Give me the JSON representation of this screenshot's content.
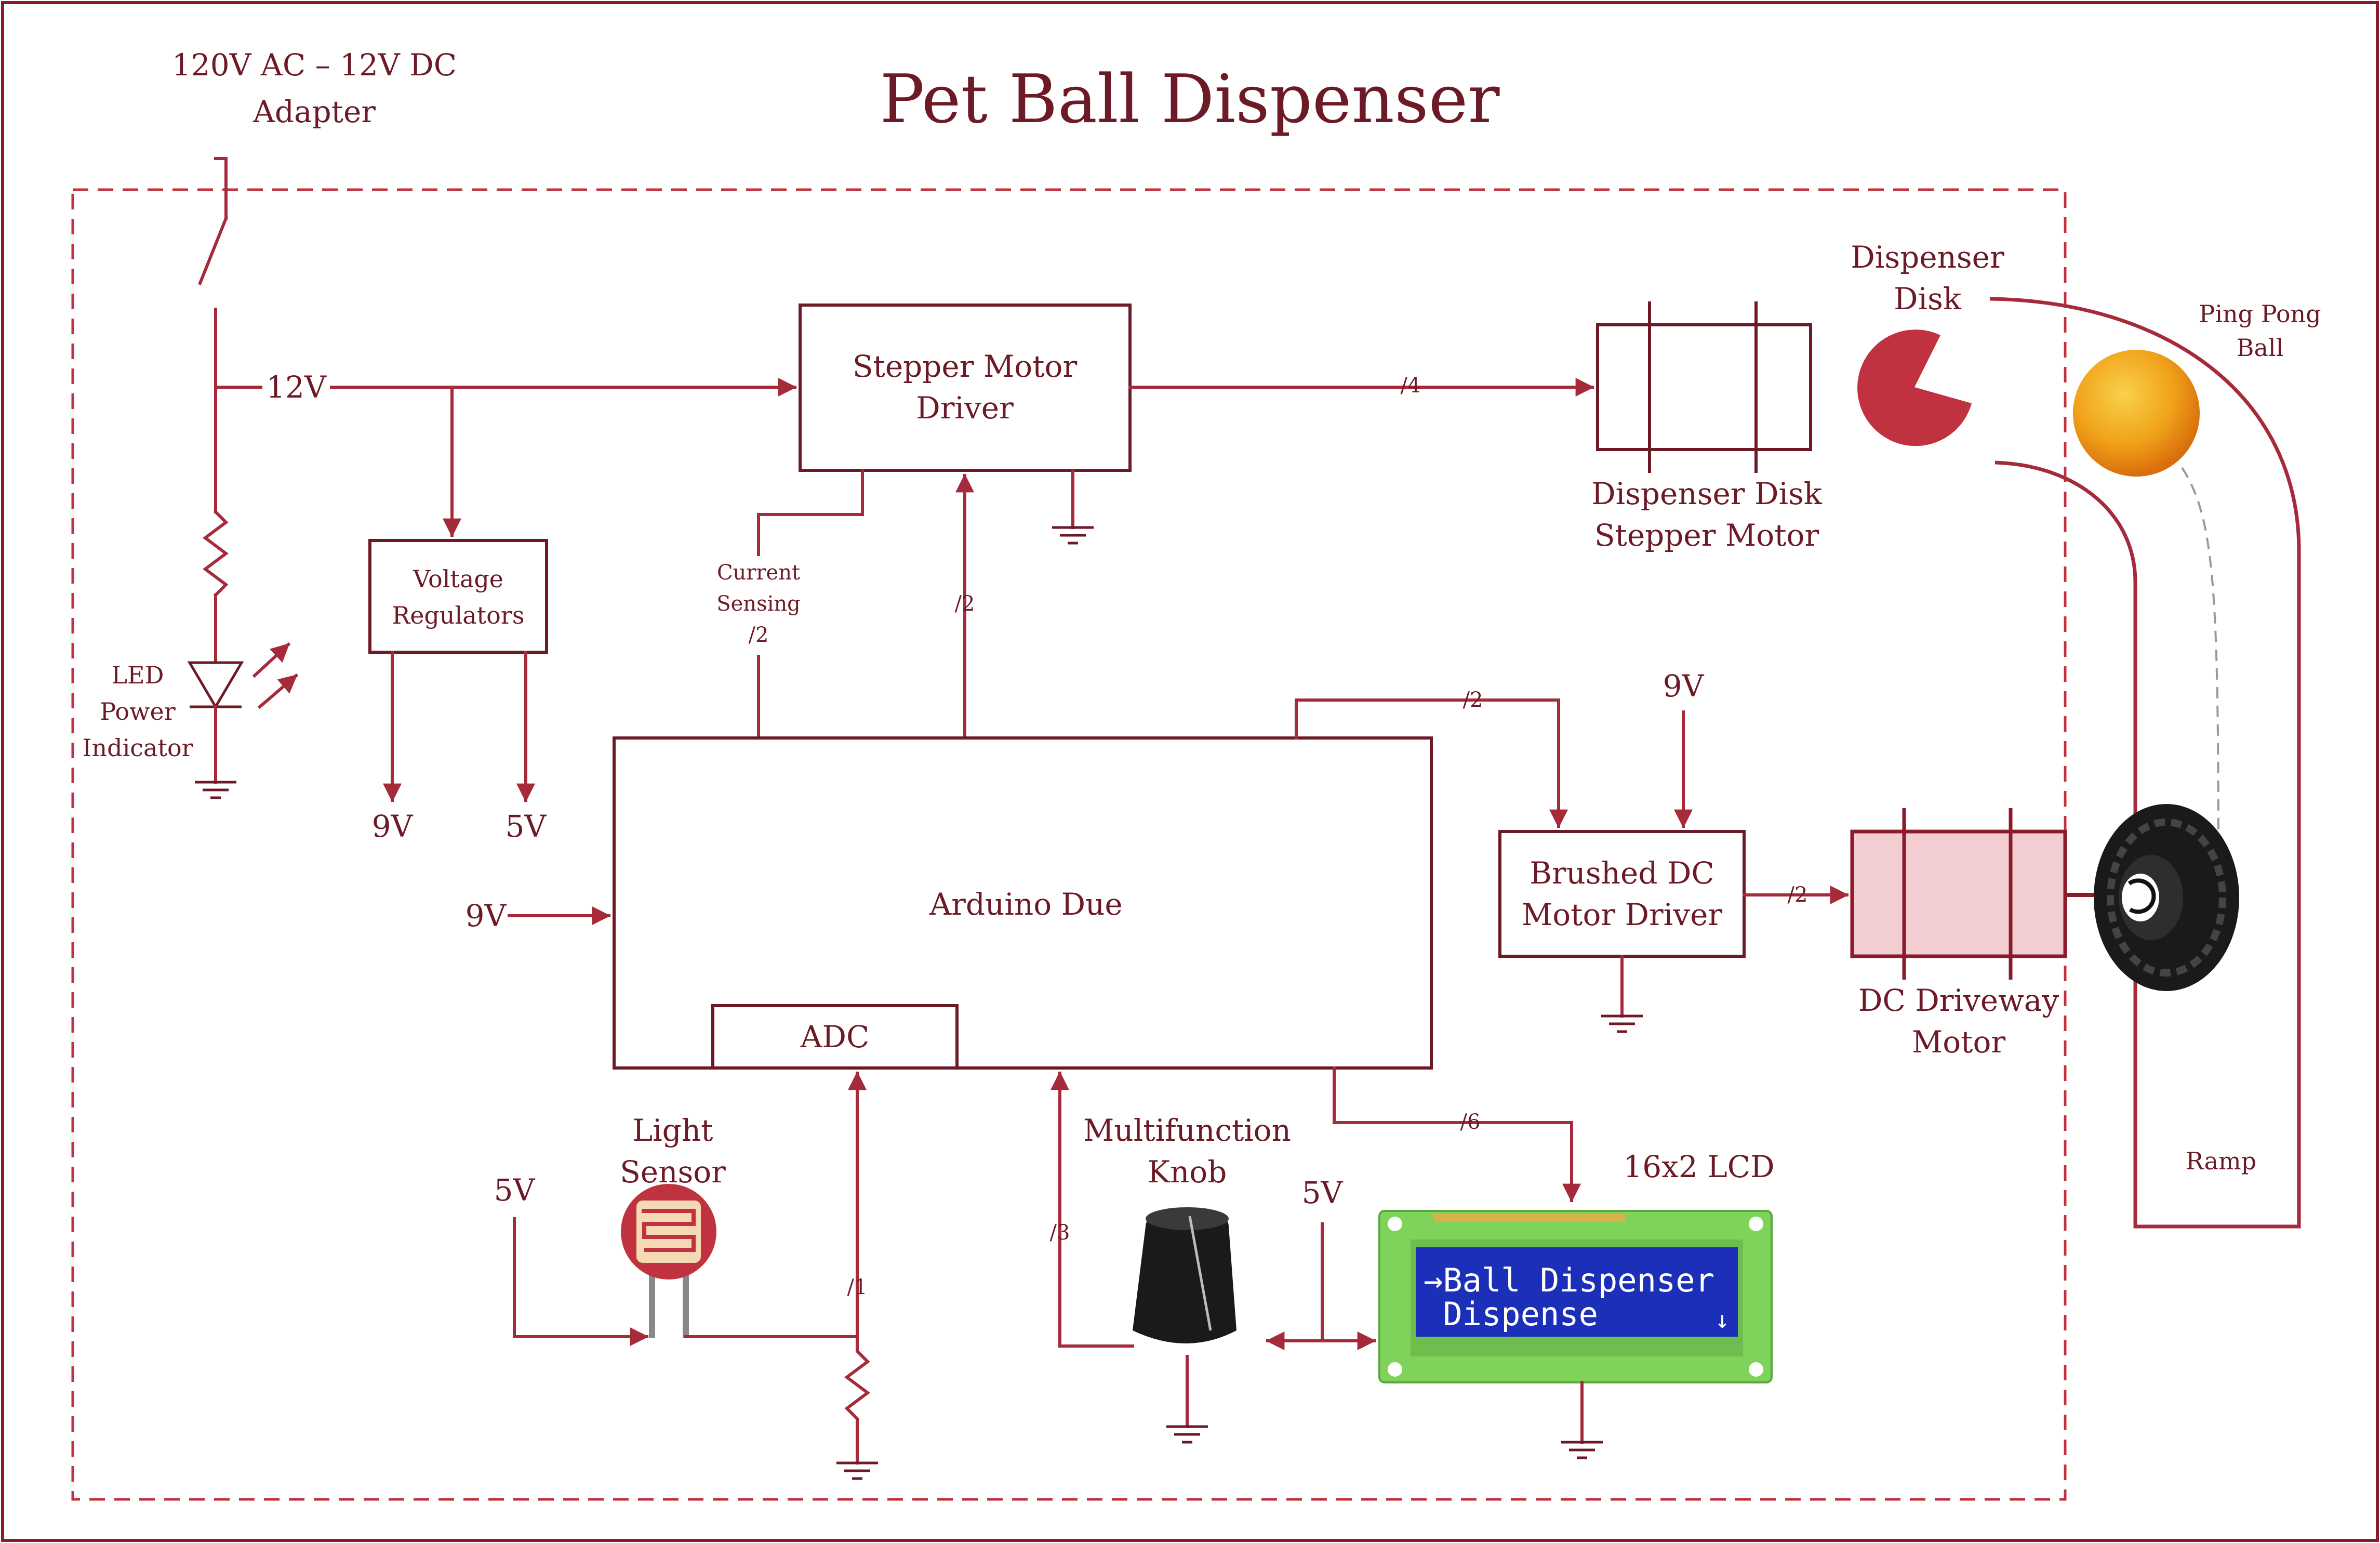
{
  "title": "Pet Ball Dispenser",
  "colors": {
    "wire": "#a52a3a",
    "text": "#6b1a26",
    "accent": "#c0323f",
    "motor_fill": "#f2cdd1",
    "lcd_board": "#7fd35a",
    "lcd_screen": "#1c2fb8"
  },
  "labels": {
    "adapter_line1": "120V AC – 12V DC",
    "adapter_line2": "Adapter",
    "v12": "12V",
    "led_line1": "LED",
    "led_line2": "Power",
    "led_line3": "Indicator",
    "stepper_driver_line1": "Stepper Motor",
    "stepper_driver_line2": "Driver",
    "voltage_reg_line1": "Voltage",
    "voltage_reg_line2": "Regulators",
    "reg_out_9v": "9V",
    "reg_out_5v": "5V",
    "current_sensing_line1": "Current",
    "current_sensing_line2": "Sensing",
    "current_sensing_bus": "/2",
    "arduino_to_driver_bus": "/2",
    "stepper_bus": "/4",
    "dispenser_disk_line1": "Dispenser",
    "dispenser_disk_line2": "Disk",
    "disk_motor_line1": "Dispenser Disk",
    "disk_motor_line2": "Stepper Motor",
    "ping_pong_line1": "Ping Pong",
    "ping_pong_line2": "Ball",
    "arduino": "Arduino Due",
    "adc": "ADC",
    "arduino_9v": "9V",
    "dc_driver_bus": "/2",
    "dc_driver_9v": "9V",
    "dc_driver_line1": "Brushed DC",
    "dc_driver_line2": "Motor Driver",
    "dc_motor_bus": "/2",
    "dc_motor_line1": "DC Driveway",
    "dc_motor_line2": "Motor",
    "ramp": "Ramp",
    "light_sensor_line1": "Light",
    "light_sensor_line2": "Sensor",
    "light_5v": "5V",
    "light_bus": "/1",
    "knob_line1": "Multifunction",
    "knob_line2": "Knob",
    "knob_bus": "/3",
    "knob_5v": "5V",
    "lcd_bus": "/6",
    "lcd_title": "16x2 LCD",
    "lcd_row1": "→Ball Dispenser",
    "lcd_row2": " Dispense",
    "lcd_scroll": "↓"
  }
}
